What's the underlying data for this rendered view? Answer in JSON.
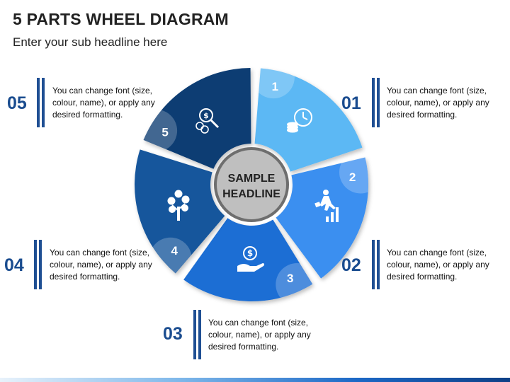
{
  "header": {
    "title": "5 PARTS WHEEL DIAGRAM",
    "subtitle": "Enter your sub headline here"
  },
  "center": {
    "line1": "SAMPLE",
    "line2": "HEADLINE"
  },
  "segments": [
    {
      "label": "1",
      "color": "#5cb8f4",
      "icon": "clock-coins-icon"
    },
    {
      "label": "2",
      "color": "#3a8ff0",
      "icon": "businessman-growth-chart-icon"
    },
    {
      "label": "3",
      "color": "#1f6ed4",
      "icon": "hand-coin-icon"
    },
    {
      "label": "4",
      "color": "#17569c",
      "icon": "money-tree-icon"
    },
    {
      "label": "5",
      "color": "#0e3d73",
      "icon": "dollar-search-icon"
    }
  ],
  "callouts": [
    {
      "number": "01",
      "text": "You can change font (size, colour, name), or apply any desired formatting."
    },
    {
      "number": "02",
      "text": "You can change font (size, colour, name), or apply any desired formatting."
    },
    {
      "number": "03",
      "text": "You can change font (size, colour, name), or apply any desired formatting."
    },
    {
      "number": "04",
      "text": "You can change font (size, colour, name), or apply any desired formatting."
    },
    {
      "number": "05",
      "text": "You can change font (size, colour, name), or apply any desired formatting."
    }
  ],
  "colors": {
    "accent": "#1a4c8f",
    "center_fill": "#bfbfbf",
    "center_ring": "#6e6e6e"
  }
}
